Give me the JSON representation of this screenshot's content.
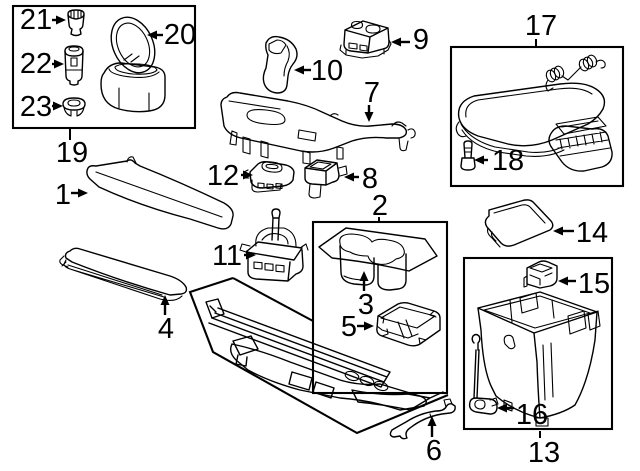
{
  "figure": {
    "background": "#ffffff",
    "line_color": "#000000",
    "callouts": [
      {
        "num": "1"
      },
      {
        "num": "2"
      },
      {
        "num": "3"
      },
      {
        "num": "4"
      },
      {
        "num": "5"
      },
      {
        "num": "6"
      },
      {
        "num": "7"
      },
      {
        "num": "8"
      },
      {
        "num": "9"
      },
      {
        "num": "10"
      },
      {
        "num": "11"
      },
      {
        "num": "12"
      },
      {
        "num": "13"
      },
      {
        "num": "14"
      },
      {
        "num": "15"
      },
      {
        "num": "16"
      },
      {
        "num": "17"
      },
      {
        "num": "18"
      },
      {
        "num": "19"
      },
      {
        "num": "20"
      },
      {
        "num": "21"
      },
      {
        "num": "22"
      },
      {
        "num": "23"
      }
    ]
  }
}
